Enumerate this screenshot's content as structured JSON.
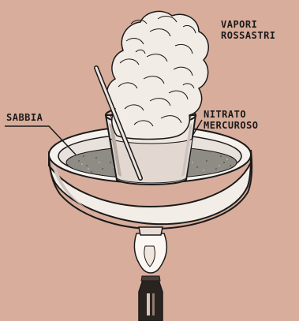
{
  "labels": {
    "vapors_line1": "VAPORI",
    "vapors_line2": "ROSSASTRI",
    "sand": "SABBIA",
    "nitrate_line1": "NITRATO",
    "nitrate_line2": "MERCUROSO"
  },
  "colors": {
    "background": "#d8ad9b",
    "ink": "#1a1a1a",
    "vapor": "#f2ece6",
    "glass": "#efe6e0",
    "sand": "#8f8c86",
    "flame": "#fbf6f2"
  },
  "icons": [
    "vapor-cloud-icon",
    "beaker-icon",
    "sand-tray-icon",
    "stirring-rod-icon",
    "flame-icon",
    "bunsen-burner-icon"
  ]
}
